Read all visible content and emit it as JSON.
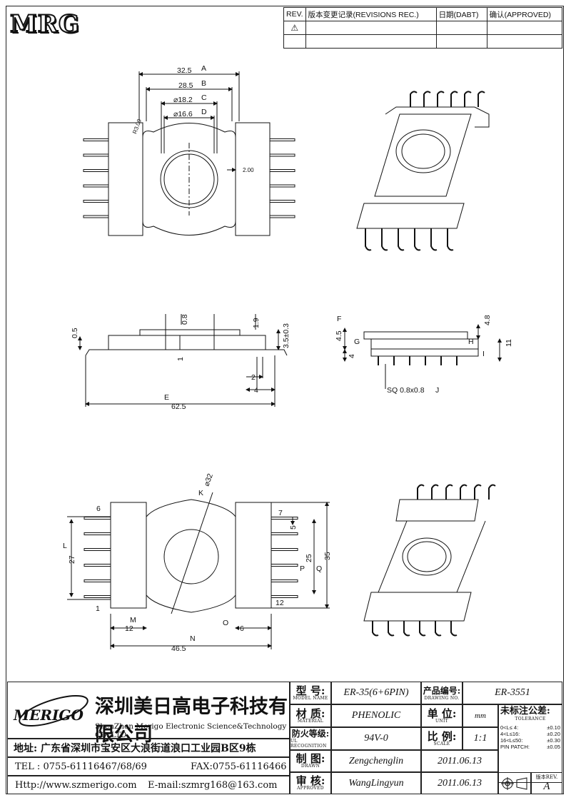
{
  "logo_top": "MRG",
  "revisions": {
    "headers": [
      "REV.",
      "版本变更记录(REVISIONS REC.)",
      "日期(DABT)",
      "确认(APPROVED)"
    ],
    "symbol": "⚠"
  },
  "dimensions": {
    "top_view": [
      "32.5",
      "A",
      "28.5",
      "B",
      "⌀18.2",
      "C",
      "⌀16.6",
      "D",
      "R3.00",
      "2.00"
    ],
    "side_view": [
      "0.8",
      "1.9",
      "3.5±0.3",
      "0.5",
      "1",
      "2",
      "4",
      "62.5",
      "E"
    ],
    "end_view": [
      "F",
      "4.5",
      "G",
      "4",
      "4.8",
      "H",
      "11",
      "I",
      "SQ 0.8x0.8",
      "J"
    ],
    "bottom_view": [
      "K",
      "⌀32",
      "6",
      "7",
      "5",
      "L",
      "27",
      "25",
      "P",
      "Q",
      "35",
      "1",
      "12",
      "M",
      "O",
      "6",
      "12",
      "46.5",
      "N"
    ]
  },
  "title_block": {
    "company_cn": "深圳美日高电子科技有限公司",
    "company_en": "ShenZhen Merigo Electronic Science&Technology CO.,LTD",
    "logo": "MERIGO",
    "address": "地址: 广东省深圳市宝安区大浪街道浪口工业园B区9栋",
    "tel": "TEL : 0755-61116467/68/69",
    "fax": "FAX:0755-61116466",
    "http": "Http://www.szmerigo.com",
    "email": "E-mail:szmrg168@163.com",
    "model_label": "型 号:",
    "model_label_en": "MODEL NAME",
    "model": "ER-35(6+6PIN)",
    "drawing_label": "产品编号:",
    "drawing_label_en": "DRAWING NO.",
    "drawing_no": "ER-3551",
    "material_label": "材 质:",
    "material_label_en": "MATERIAL",
    "material": "PHENOLIC",
    "unit_label": "单 位:",
    "unit_label_en": "UNIT",
    "unit": "mm",
    "tol_label": "未标注公差:",
    "tol_label_en": "TOLERANCE",
    "fire_label": "防火等级:",
    "fire_label_en": "UL RECOGNITION",
    "fire": "94V-0",
    "scale_label": "比 例:",
    "scale_label_en": "SCALE",
    "scale": "1:1",
    "drawn_label": "制 图:",
    "drawn_label_en": "DRAWN",
    "drawn": "Zengchenglin",
    "drawn_date": "2011.06.13",
    "approved_label": "审 核:",
    "approved_label_en": "APPROVED",
    "approved": "WangLingyun",
    "approved_date": "2011.06.13",
    "rev_label": "版本REV.",
    "rev": "A",
    "tolerances": [
      {
        "range": "0<L≤ 4:",
        "value": "±0.10"
      },
      {
        "range": "4<L≤16:",
        "value": "±0.20"
      },
      {
        "range": "16<L≤50:",
        "value": "±0.30"
      },
      {
        "range": "PIN PATCH:",
        "value": "±0.05"
      }
    ]
  }
}
